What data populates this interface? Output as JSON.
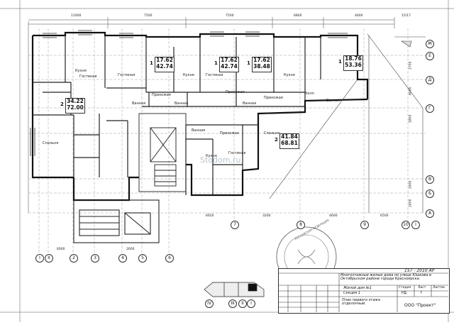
{
  "drawing": {
    "watermark": "Stodom.ru",
    "axes_columns": [
      "I",
      "II",
      "2",
      "3",
      "4",
      "5",
      "6",
      "7",
      "8",
      "9",
      "10",
      "I"
    ],
    "axes_columns_bottom": [
      "IV",
      "III",
      "II",
      "I"
    ],
    "axes_rows": [
      "Ж",
      "Е",
      "Д",
      "Г",
      "В",
      "Б",
      "А"
    ],
    "dims_top": [
      "11000",
      "7500",
      "7500",
      "6800",
      "4600",
      "15/17"
    ],
    "dims_bottom": [
      "6000",
      "2600",
      "6650",
      "3200",
      "4600",
      "6500"
    ],
    "dims_side": [
      "2700",
      "6000",
      "1800",
      "2400",
      "2400"
    ],
    "apartments": [
      {
        "no": "1",
        "area_living": "17.62",
        "area_total": "42.74"
      },
      {
        "no": "1",
        "area_living": "17.62",
        "area_total": "42.74"
      },
      {
        "no": "1",
        "area_living": "17.62",
        "area_total": "38.48"
      },
      {
        "no": "1",
        "area_living": "18.76",
        "area_total": "53.36"
      },
      {
        "no": "2",
        "area_living": "34.22",
        "area_total": "72.00"
      },
      {
        "no": "2",
        "area_living": "41.84",
        "area_total": "68.81"
      }
    ],
    "room_labels": [
      "Кухня",
      "Гостиная",
      "Гостиная",
      "Кухня",
      "Гостиная",
      "Кухня",
      "Прихожая",
      "Прихожая",
      "Прихожая",
      "Ванная",
      "Ванная",
      "Ванная",
      "Холл",
      "Ванная",
      "Спальня",
      "Кухня",
      "Гостиная",
      "Спальня",
      "Ванная",
      "Прихожая"
    ]
  },
  "title_block": {
    "code": "157 - 2010 АР",
    "project": "Многоэтажные жилые дома по улице Юшкова в Октябрьском районе города Красноярска.",
    "building": "Жилой дом №1",
    "section": "Секция 1",
    "stage_h": "Стадия",
    "sheet_h": "Лист",
    "sheets_h": "Листов",
    "stage": "РД",
    "sheet": "7",
    "sheet_title": "План первого этажа отделочный.",
    "org": "ООО \"Проект\""
  },
  "stamp": {
    "text": "РОССИЙСКАЯ ФЕДЕРАЦИЯ"
  }
}
